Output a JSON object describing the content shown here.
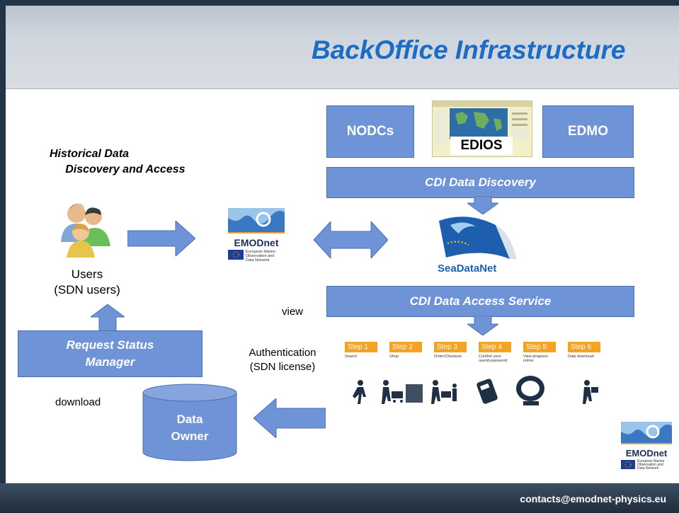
{
  "title": "BackOffice Infrastructure",
  "section_title": "Historical Data\n     Discovery and Access",
  "boxes": {
    "nodcs": "NODCs",
    "edios": "EDIOS",
    "edmo": "EDMO",
    "cdi_discovery": "CDI Data Discovery",
    "cdi_access": "CDI Data Access Service",
    "request_status": "Request Status\nManager",
    "data_owner": "Data\nOwner"
  },
  "labels": {
    "users": "Users\n(SDN users)",
    "view": "view",
    "authentication": "Authentication\n(SDN license)",
    "download": "download"
  },
  "logos": {
    "emodnet": "EMODnet",
    "emodnet_sub": "European Marine\nObservation and\nData Network",
    "seadatanet": "SeaDataNet"
  },
  "steps": [
    {
      "label": "Step 1",
      "caption": "Search"
    },
    {
      "label": "Step 2",
      "caption": "Shop"
    },
    {
      "label": "Step 3",
      "caption": "Order/Checkout"
    },
    {
      "label": "Step 4",
      "caption": "Confirm your\nuserid-password"
    },
    {
      "label": "Step 5",
      "caption": "View progress\nonline"
    },
    {
      "label": "Step 6",
      "caption": "Data download"
    }
  ],
  "footer": {
    "email": "contacts@emodnet-physics.eu"
  },
  "colors": {
    "accent": "#1c6bc4",
    "box": "#6f93d7",
    "step": "#f5a321"
  }
}
